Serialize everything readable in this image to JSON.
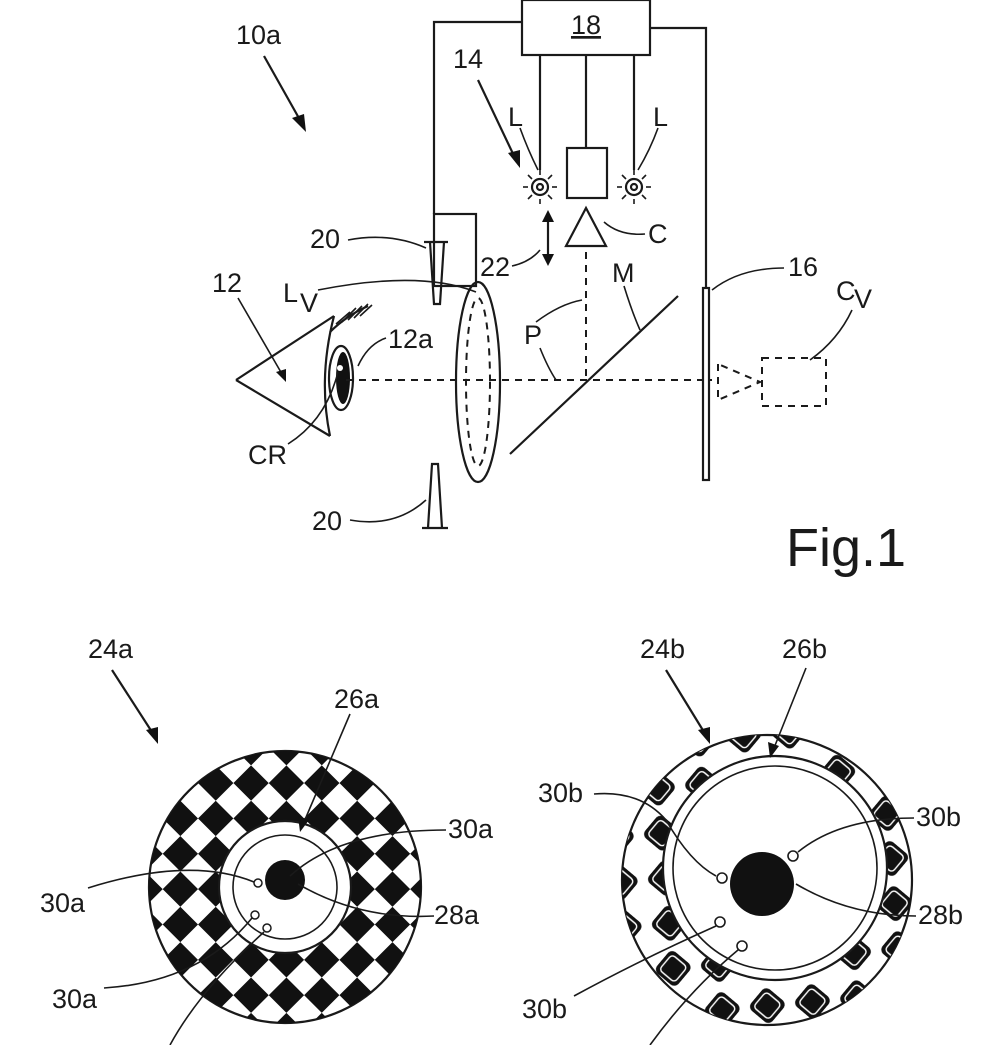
{
  "figure": {
    "caption": "Fig.1",
    "labels": {
      "device": "10a",
      "controller": "18",
      "illumination_unit": "14",
      "light_left": "L",
      "light_right": "L",
      "camera": "C",
      "arrow_mount": "22",
      "holder_top": "20",
      "holder_bottom": "20",
      "eye": "12",
      "virtual_lens": "L",
      "virtual_lens_sub": "V",
      "cornea": "12a",
      "cornea_reflex": "CR",
      "optical_path": "P",
      "mirror": "M",
      "screen": "16",
      "virtual_camera": "C",
      "virtual_camera_sub": "V"
    }
  },
  "patterns": {
    "left": {
      "ref": "24a",
      "ring": "26a",
      "center": "28a",
      "marker_right": "30a",
      "marker_left_top": "30a",
      "marker_left_bottom": "30a"
    },
    "right": {
      "ref": "24b",
      "ring": "26b",
      "center": "28b",
      "marker_left_top": "30b",
      "marker_right_top": "30b",
      "marker_left_bottom": "30b"
    }
  }
}
